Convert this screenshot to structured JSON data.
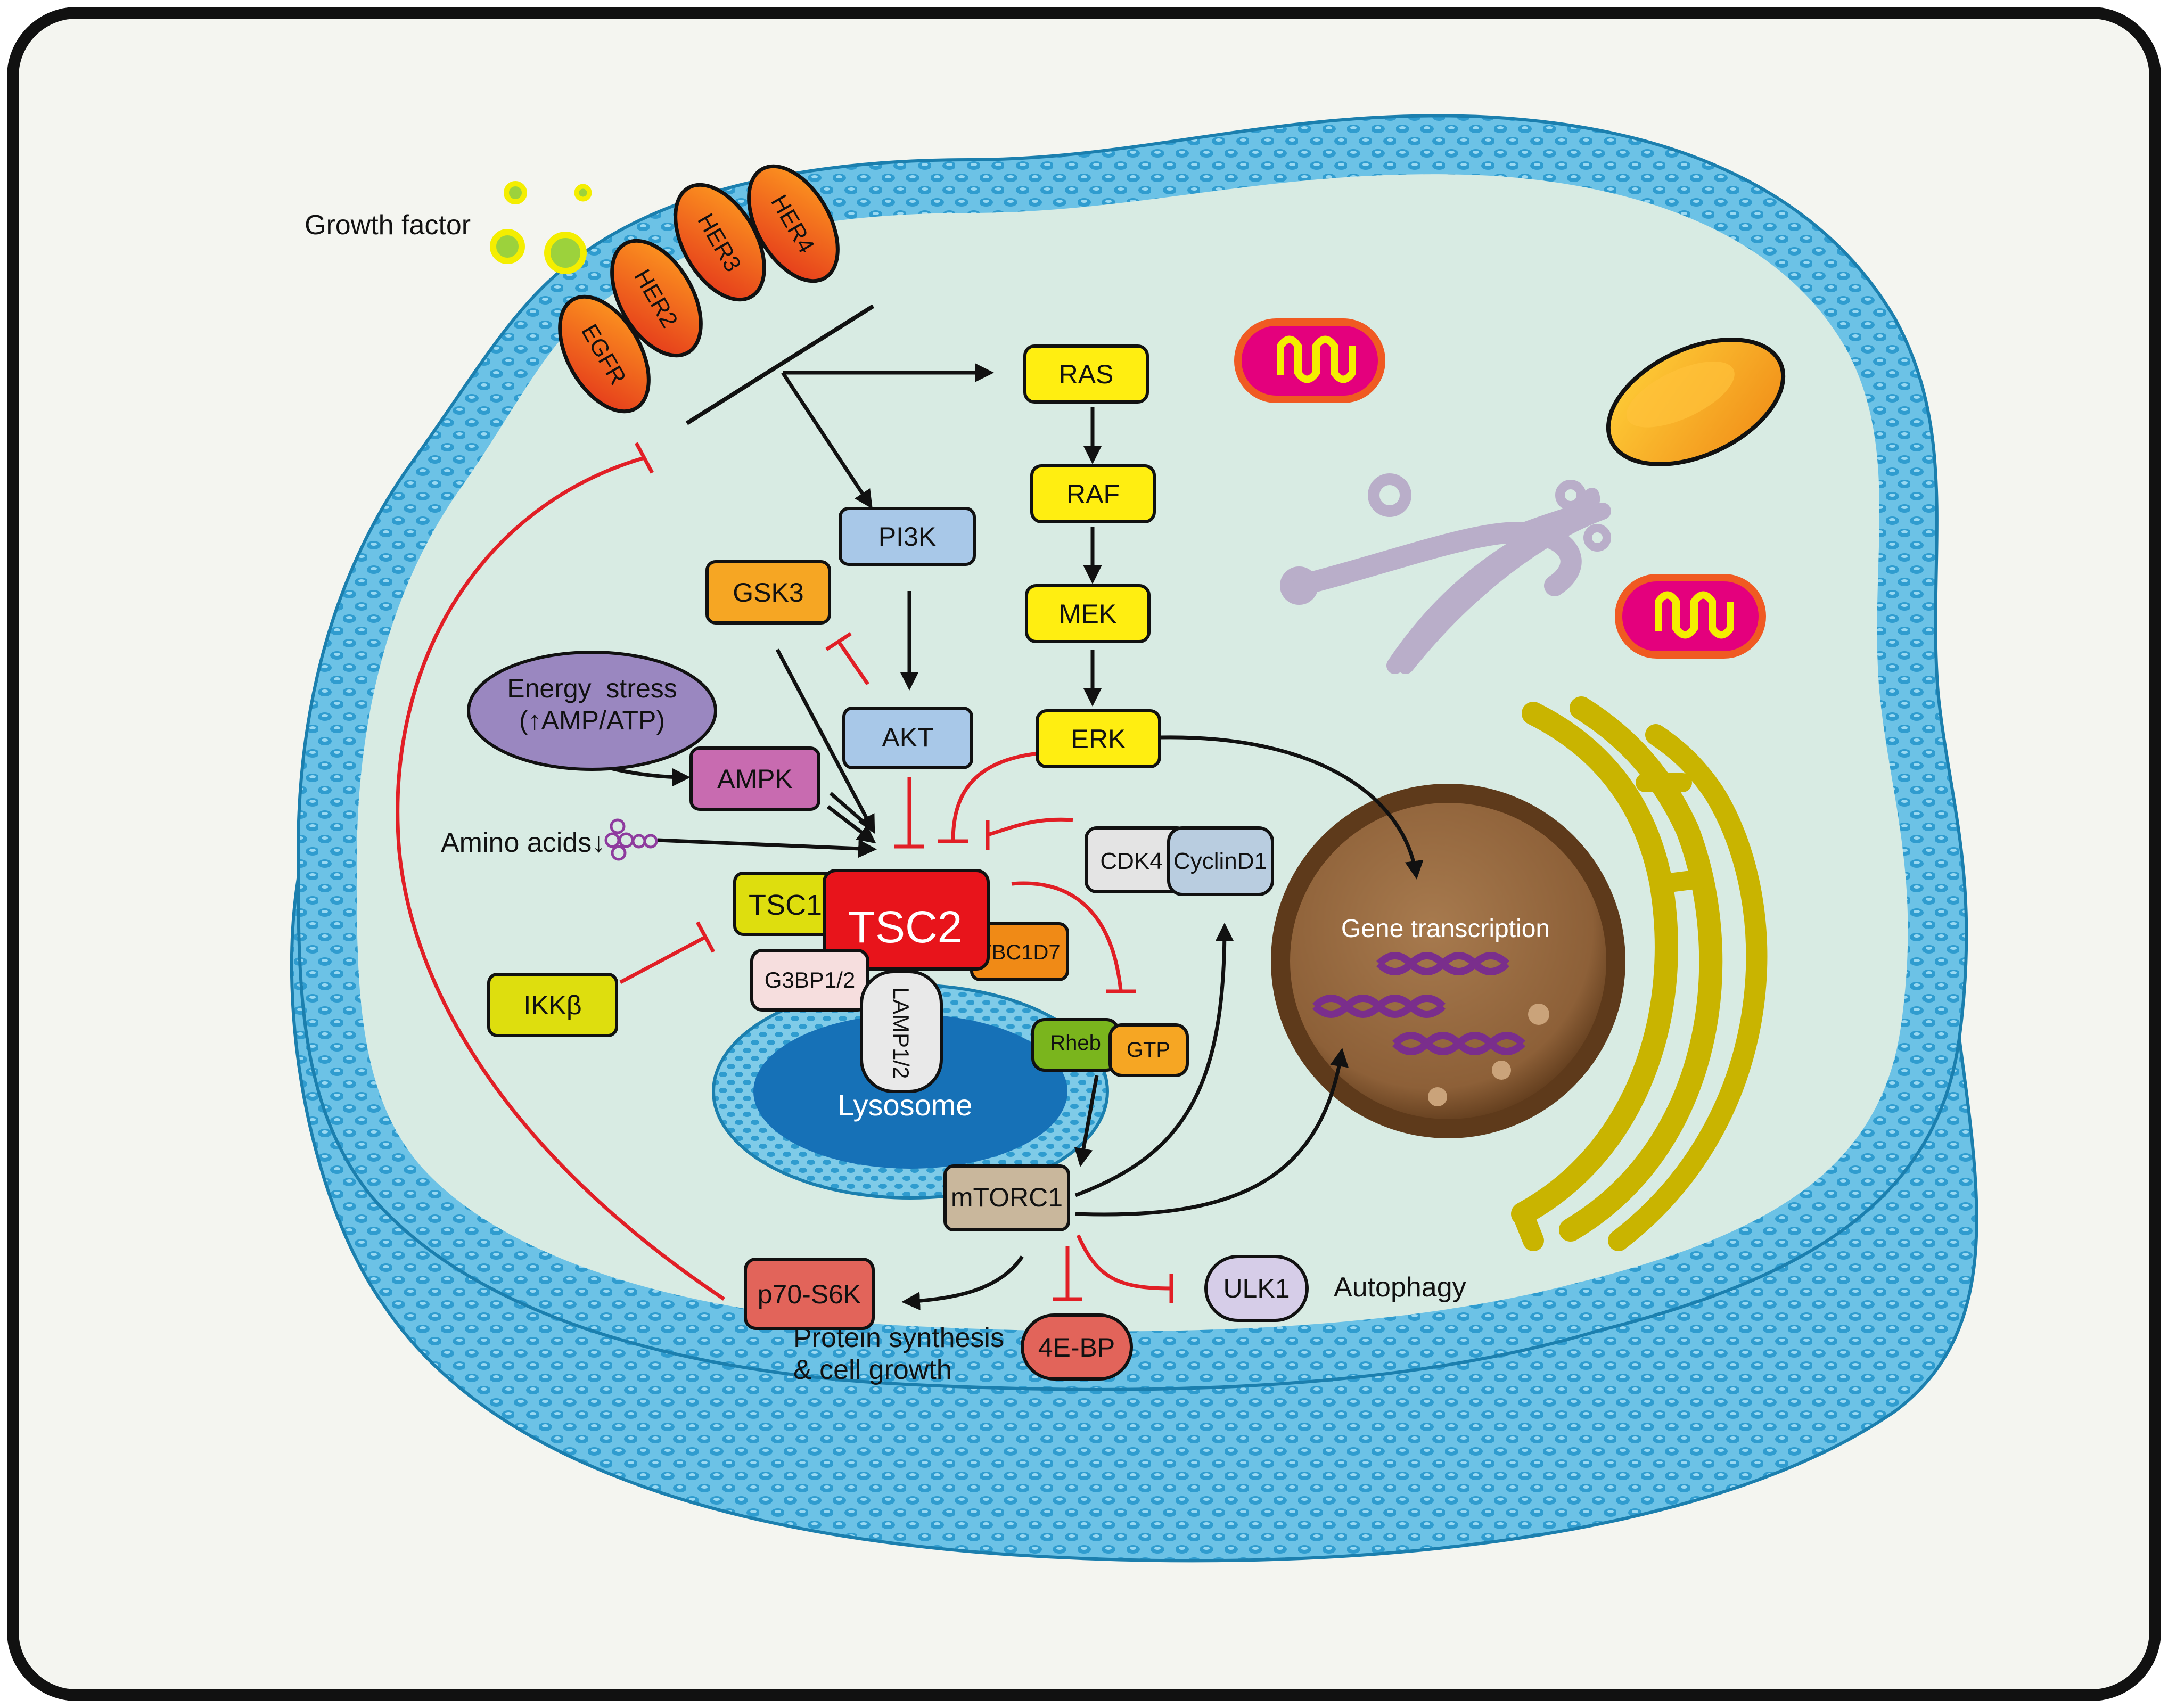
{
  "colors": {
    "frame_bg": "#f4f5f0",
    "cytoplasm": "#d8ebe3",
    "membrane": "#3aa6d2",
    "membrane_dark": "#1b7fae",
    "inhibit": "#e11f26",
    "activate": "#111111",
    "yellow_node": "#ffee11",
    "blue_node": "#a8c8e8",
    "orange_node": "#f6a623",
    "purple_node": "#c86bb0",
    "red_node": "#e8141b",
    "salmon_node": "#e2645a",
    "lysosome": "#1671b7",
    "nucleus": "#7a4c25",
    "dna": "#7a2e8c",
    "er_yellow": "#c9b400",
    "golgi": "#b9aec9",
    "mitochondria": "#e4007d"
  },
  "labels": {
    "growth_factor": "Growth factor",
    "amino_acids": "Amino acids↓",
    "protein_synthesis_line1": "Protein synthesis",
    "protein_synthesis_line2": "& cell growth",
    "autophagy": "Autophagy",
    "gene_transcription": "Gene transcription",
    "lysosome": "Lysosome"
  },
  "receptors": [
    "EGFR",
    "HER2",
    "HER3",
    "HER4"
  ],
  "nodes": {
    "ras": "RAS",
    "raf": "RAF",
    "mek": "MEK",
    "erk": "ERK",
    "pi3k": "PI3K",
    "gsk3": "GSK3",
    "akt": "AKT",
    "energy_line1": "Energy  stress",
    "energy_line2": "(↑AMP/ATP)",
    "ampk": "AMPK",
    "cdk4": "CDK4",
    "cyclind1": "CyclinD1",
    "tsc1": "TSC1",
    "tsc2": "TSC2",
    "tbc1d7": "TBC1D7",
    "g3bp": "G3BP1/2",
    "lamp": "LAMP1/2",
    "ikkb": "IKKβ",
    "rheb": "Rheb",
    "gtp": "GTP",
    "mtorc1": "mTORC1",
    "p70s6k": "p70-S6K",
    "ebp": "4E-BP",
    "ulk1": "ULK1"
  }
}
